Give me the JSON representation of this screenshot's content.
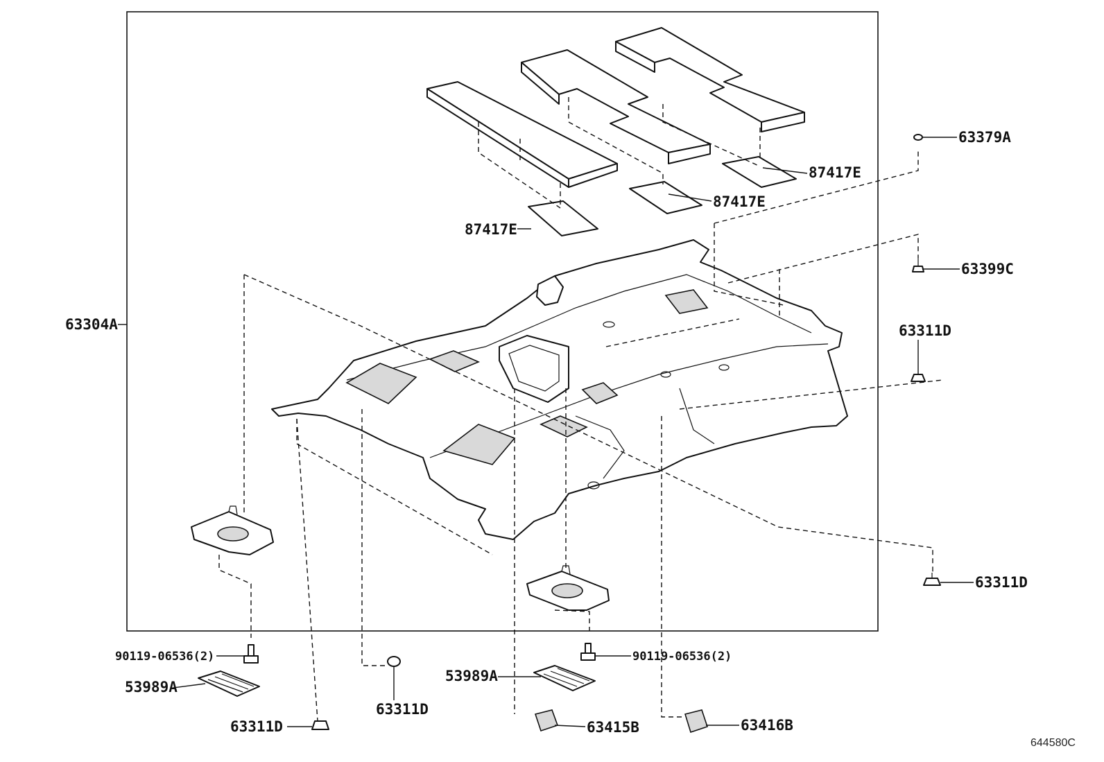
{
  "diagram": {
    "labels": {
      "assembly": "63304A",
      "pad_a": "87417E",
      "pad_b": "87417E",
      "pad_c": "87417E",
      "clip_top": "63379A",
      "clip_399": "63399C",
      "clip_right_upper": "63311D",
      "clip_right_lower": "63311D",
      "clip_bottom_center": "63311D",
      "clip_bottom_left": "63311D",
      "bolt_left": "90119-06536(2)",
      "bolt_right": "90119-06536(2)",
      "grille_left": "53989A",
      "grille_right": "53989A",
      "lamp_a": "63415B",
      "lamp_b": "63416B"
    },
    "diagram_id": "644580C"
  }
}
